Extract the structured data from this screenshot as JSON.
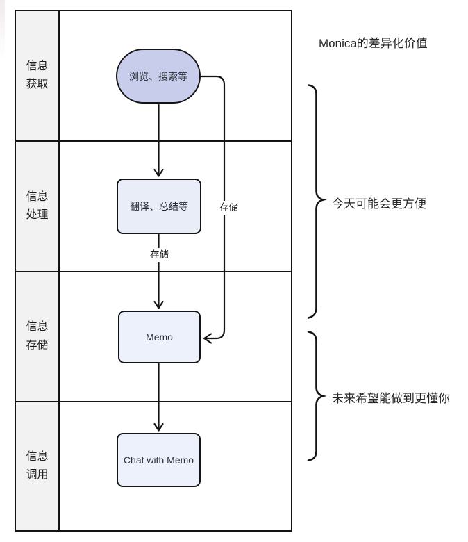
{
  "title": "Monica的差异化价值",
  "colors": {
    "stadium_fill": "#c9cdec",
    "process_fill": "#e9edf8",
    "storage_fill": "#edf1fb",
    "lane_label_bg": "#f2f2f2",
    "line": "#141414"
  },
  "lanes": {
    "rows": [
      {
        "label": "信息\n获取"
      },
      {
        "label": "信息\n处理"
      },
      {
        "label": "信息\n存储"
      },
      {
        "label": "信息\n调用"
      }
    ]
  },
  "nodes": {
    "acquire": "浏览、搜索等",
    "process": "翻译、总结等",
    "memo": "Memo",
    "chat": "Chat with Memo"
  },
  "edge_labels": {
    "store_right": "存储",
    "store_mid": "存储"
  },
  "annotations": {
    "note_top": "今天可能会更方便",
    "note_bottom": "未来希望能做到更懂你"
  }
}
